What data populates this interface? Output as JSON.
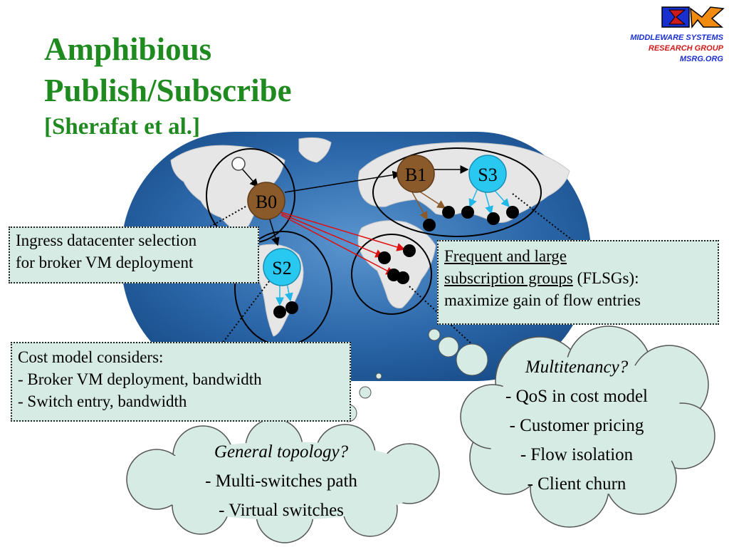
{
  "title": {
    "line1": "Amphibious",
    "line2": "Publish/Subscribe",
    "citation": "[Sherafat et al.]"
  },
  "org": {
    "line1": "MIDDLEWARE SYSTEMS",
    "line2": "RESEARCH GROUP",
    "line3": "MSRG.ORG"
  },
  "nodes": {
    "b0": "B0",
    "b1": "B1",
    "s2": "S2",
    "s3": "S3"
  },
  "callouts": {
    "ingress": {
      "line1": "Ingress datacenter selection",
      "line2": "for broker VM deployment"
    },
    "flsg": {
      "line1": "Frequent and large ",
      "line2a": "subscription groups",
      "line2b": " (FLSGs):",
      "line3": "maximize gain of flow entries"
    },
    "cost": {
      "line1": "Cost model considers:",
      "line2": "- Broker VM deployment, bandwidth",
      "line3": "- Switch entry, bandwidth"
    }
  },
  "clouds": {
    "multitenancy": {
      "question": "Multitenancy?",
      "items": [
        "- QoS in cost model",
        "- Customer pricing",
        "- Flow isolation",
        "- Client churn"
      ]
    },
    "topology": {
      "question": "General topology?",
      "items": [
        "- Multi-switches path",
        "- Virtual switches"
      ]
    }
  },
  "colors": {
    "title": "#1f8a1f",
    "broker": "#8b5a2b",
    "switch": "#28c8f0",
    "ocean": "#2a66a8",
    "land": "#e6e6e6",
    "callout_bg": "#d6ebe4",
    "red_arrow": "#e01010",
    "cyan_arrow": "#20b8e8",
    "brown_arrow": "#8b5a2b"
  }
}
